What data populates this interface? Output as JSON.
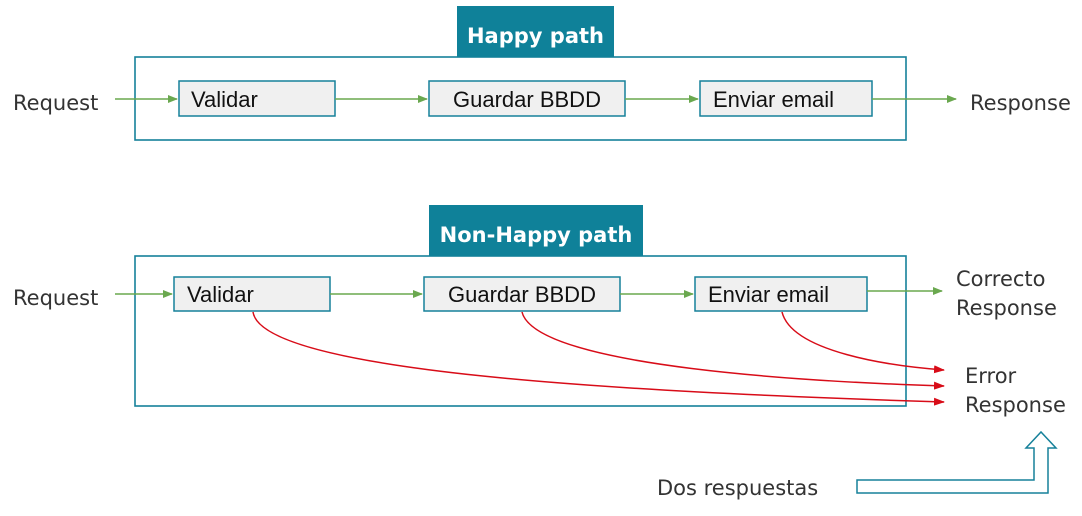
{
  "happy": {
    "title": "Happy path",
    "input": "Request",
    "steps": [
      "Validar",
      "Guardar BBDD",
      "Enviar email"
    ],
    "output": "Response"
  },
  "nonhappy": {
    "title": "Non-Happy path",
    "input": "Request",
    "steps": [
      "Validar",
      "Guardar BBDD",
      "Enviar email"
    ],
    "output_ok_line1": "Correcto",
    "output_ok_line2": "Response",
    "output_error_line1": "Error",
    "output_error_line2": "Response"
  },
  "note": "Dos respuestas",
  "colors": {
    "banner": "#0f8199",
    "frame": "#16819a",
    "flow": "#6aa84f",
    "error": "#d80c18",
    "step_fill": "#f0f0f0"
  }
}
